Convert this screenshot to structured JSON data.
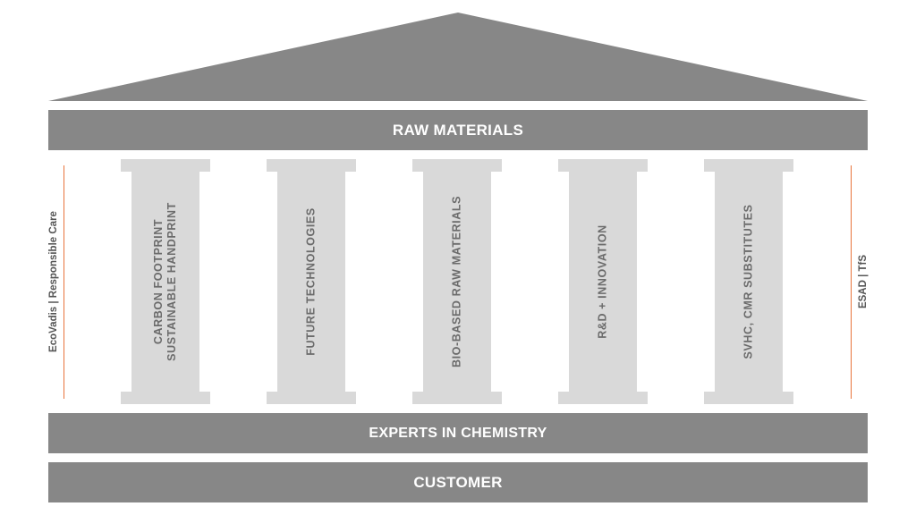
{
  "roof": {
    "color": "#878787"
  },
  "bands": {
    "top_label": "RAW MATERIALS",
    "middle_label": "EXPERTS IN CHEMISTRY",
    "bottom_label": "CUSTOMER",
    "color": "#878787"
  },
  "pillars": [
    {
      "label": "CARBON FOOTPRINT\nSUSTAINABLE HANDPRINT"
    },
    {
      "label": "FUTURE TECHNOLOGIES"
    },
    {
      "label": "BIO-BASED RAW MATERIALS"
    },
    {
      "label": "R&D + INNOVATION"
    },
    {
      "label": "SVHC, CMR SUBSTITUTES"
    }
  ],
  "side_labels": {
    "left": "EcoVadis | Responsible Care",
    "right": "ESAD | TfS",
    "line_color": "#e8743b"
  }
}
